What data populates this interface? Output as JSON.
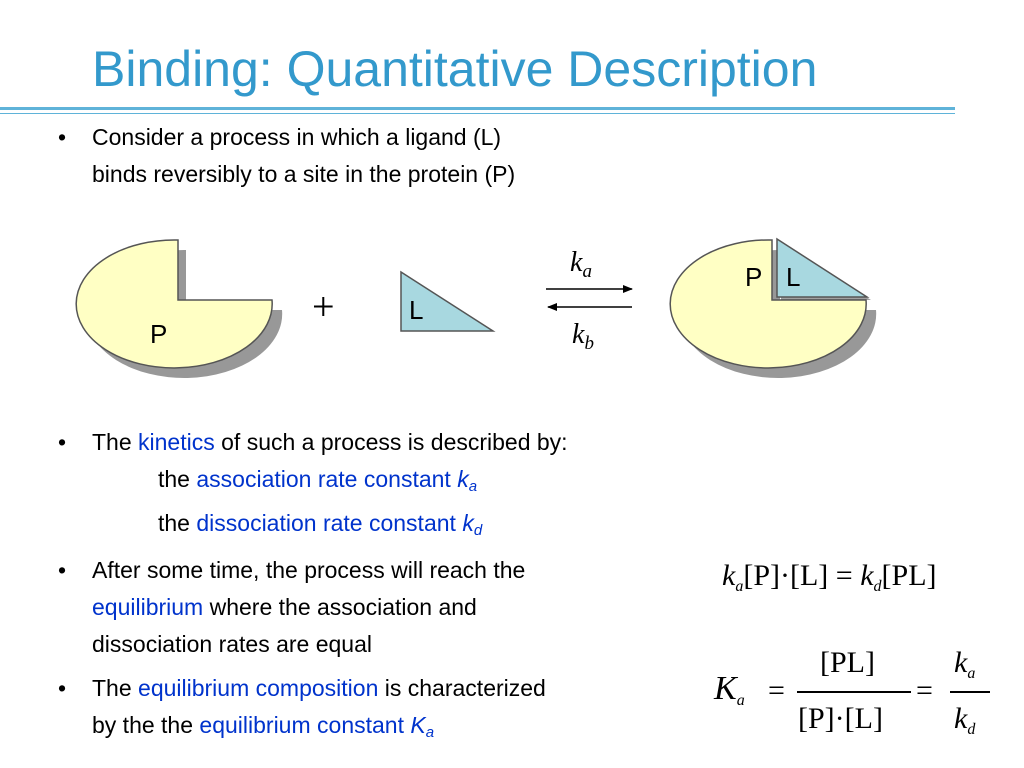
{
  "slide": {
    "title": "Binding: Quantitative Description",
    "bullet_char": "•",
    "bullets": {
      "b1_line1": "Consider a process in which a ligand (L)",
      "b1_line2": "binds reversibly to a site in the protein (P)",
      "b2_pre": "The ",
      "b2_kinetics": "kinetics",
      "b2_post": " of such a process is described by:",
      "b2_sub1_pre": "the ",
      "b2_sub1_term": "association rate constant ",
      "b2_sub1_k": "k",
      "b2_sub1_sub": "a",
      "b2_sub2_pre": "the ",
      "b2_sub2_term": "dissociation rate constant ",
      "b2_sub2_k": "k",
      "b2_sub2_sub": "d",
      "b3_line1": "After some time, the process will reach the",
      "b3_eq": "equilibrium",
      "b3_line2_post": " where the association and",
      "b3_line3": "dissociation rates are equal",
      "b4_pre": "The ",
      "b4_term": "equilibrium composition",
      "b4_post": " is characterized",
      "b4_line2_pre": "by the the ",
      "b4_line2_term": "equilibrium constant ",
      "b4_K": "K",
      "b4_sub": "a"
    }
  },
  "diagram": {
    "protein_label": "P",
    "plus": "+",
    "ligand_label": "L",
    "forward_k": "k",
    "forward_sub": "a",
    "reverse_k": "k",
    "reverse_sub": "b",
    "complex_p_label": "P",
    "complex_l_label": "L",
    "colors": {
      "protein_fill": "#ffffc4",
      "ligand_fill": "#a8d8e0",
      "outline": "#555555"
    }
  },
  "equations": {
    "eq1": {
      "k1": "k",
      "s1": "a",
      "mid": "[P]·[L] = ",
      "k2": "k",
      "s2": "d",
      "end": "[PL]"
    },
    "eq2": {
      "K": "K",
      "s": "a",
      "eq": "=",
      "num1": "[PL]",
      "den1": "[P]·[L]",
      "eq2": "=",
      "num2k": "k",
      "num2s": "a",
      "den2k": "k",
      "den2s": "d"
    }
  }
}
